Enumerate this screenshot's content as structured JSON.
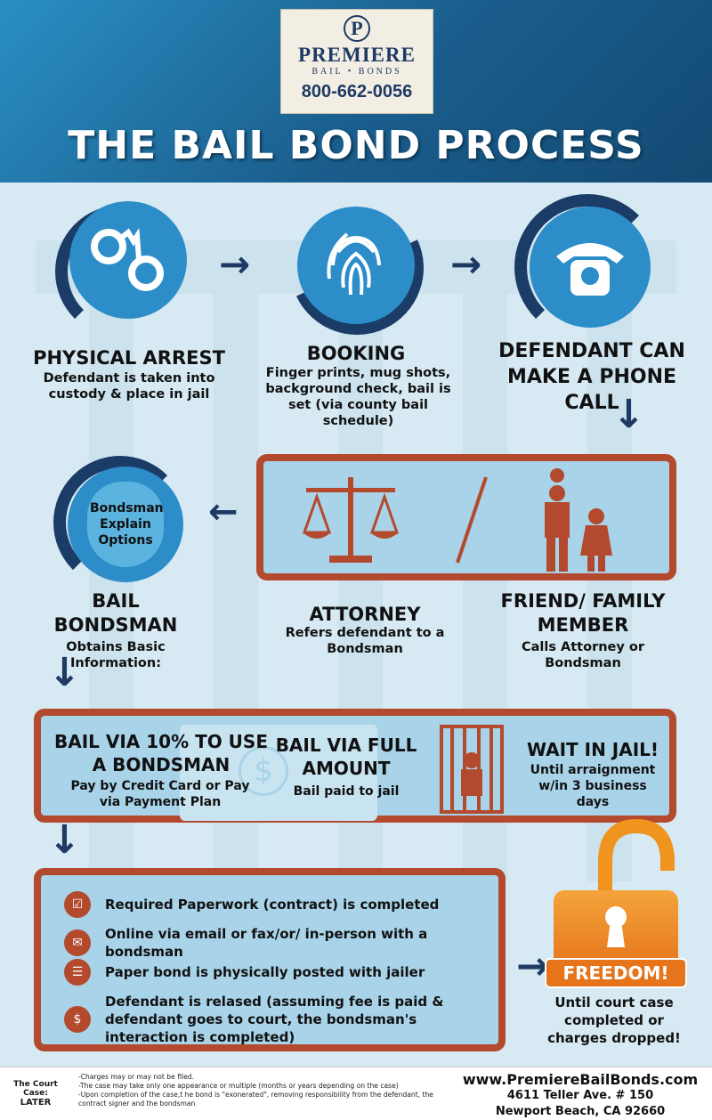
{
  "header": {
    "logo_letter": "P",
    "brand": "PREMIERE",
    "brand_sub": "BAIL • BONDS",
    "phone": "800-662-0056",
    "title": "THE BAIL BOND PROCESS"
  },
  "steps": {
    "arrest": {
      "heading": "PHYSICAL ARREST",
      "text": "Defendant is taken into custody & place in jail"
    },
    "booking": {
      "heading": "BOOKING",
      "text": "Finger prints, mug shots, background check, bail is set (via county bail schedule)"
    },
    "phone_call": {
      "heading": "DEFENDANT CAN MAKE A PHONE CALL"
    },
    "bondsman": {
      "bag_text": "Bondsman Explain Options",
      "heading": "BAIL BONDSMAN",
      "text": "Obtains Basic Information:"
    },
    "attorney": {
      "heading": "ATTORNEY",
      "text": "Refers defendant to a Bondsman"
    },
    "friend": {
      "heading": "FRIEND/ FAMILY MEMBER",
      "text": "Calls Attorney or Bondsman"
    }
  },
  "options": {
    "ten_percent": {
      "heading": "BAIL VIA 10% TO USE A BONDSMAN",
      "text": "Pay by Credit Card or Pay via Payment Plan"
    },
    "full": {
      "heading": "BAIL VIA FULL AMOUNT",
      "text": "Bail paid to jail"
    },
    "wait": {
      "heading": "WAIT IN JAIL!",
      "text": "Until arraignment w/in 3 business days"
    }
  },
  "checklist": [
    {
      "icon": "clipboard-icon",
      "text": "Required Paperwork (contract) is completed"
    },
    {
      "icon": "envelope-icon",
      "text": "Online via email or fax/or/ in-person with a bondsman"
    },
    {
      "icon": "document-icon",
      "text": "Paper bond is physically posted with jailer"
    },
    {
      "icon": "money-bag-icon",
      "text": "Defendant is relased (assuming fee is paid & defendant goes to court, the bondsman's interaction is completed)"
    }
  ],
  "freedom": {
    "label": "FREEDOM!",
    "text": "Until court case completed or charges dropped!"
  },
  "footer": {
    "court_label": "The Court Case:",
    "court_value": "LATER",
    "notes": [
      "-Charges may or may not be filed.",
      "-The case may take only one appearance or multiple (months or years depending on the case)",
      "-Upon completion of the case,t he bond is \"exonerated\", removing responsibility from the defendant, the contract signer and the bondsman"
    ],
    "website": "www.PremiereBailBonds.com",
    "address1": "4611 Teller Ave. # 150",
    "address2": "Newport Beach, CA 92660"
  },
  "colors": {
    "navy": "#1a3c67",
    "blue": "#2c8dc8",
    "rust": "#b34a2d",
    "orange": "#f4a43b",
    "pale": "#a9d3e8"
  }
}
